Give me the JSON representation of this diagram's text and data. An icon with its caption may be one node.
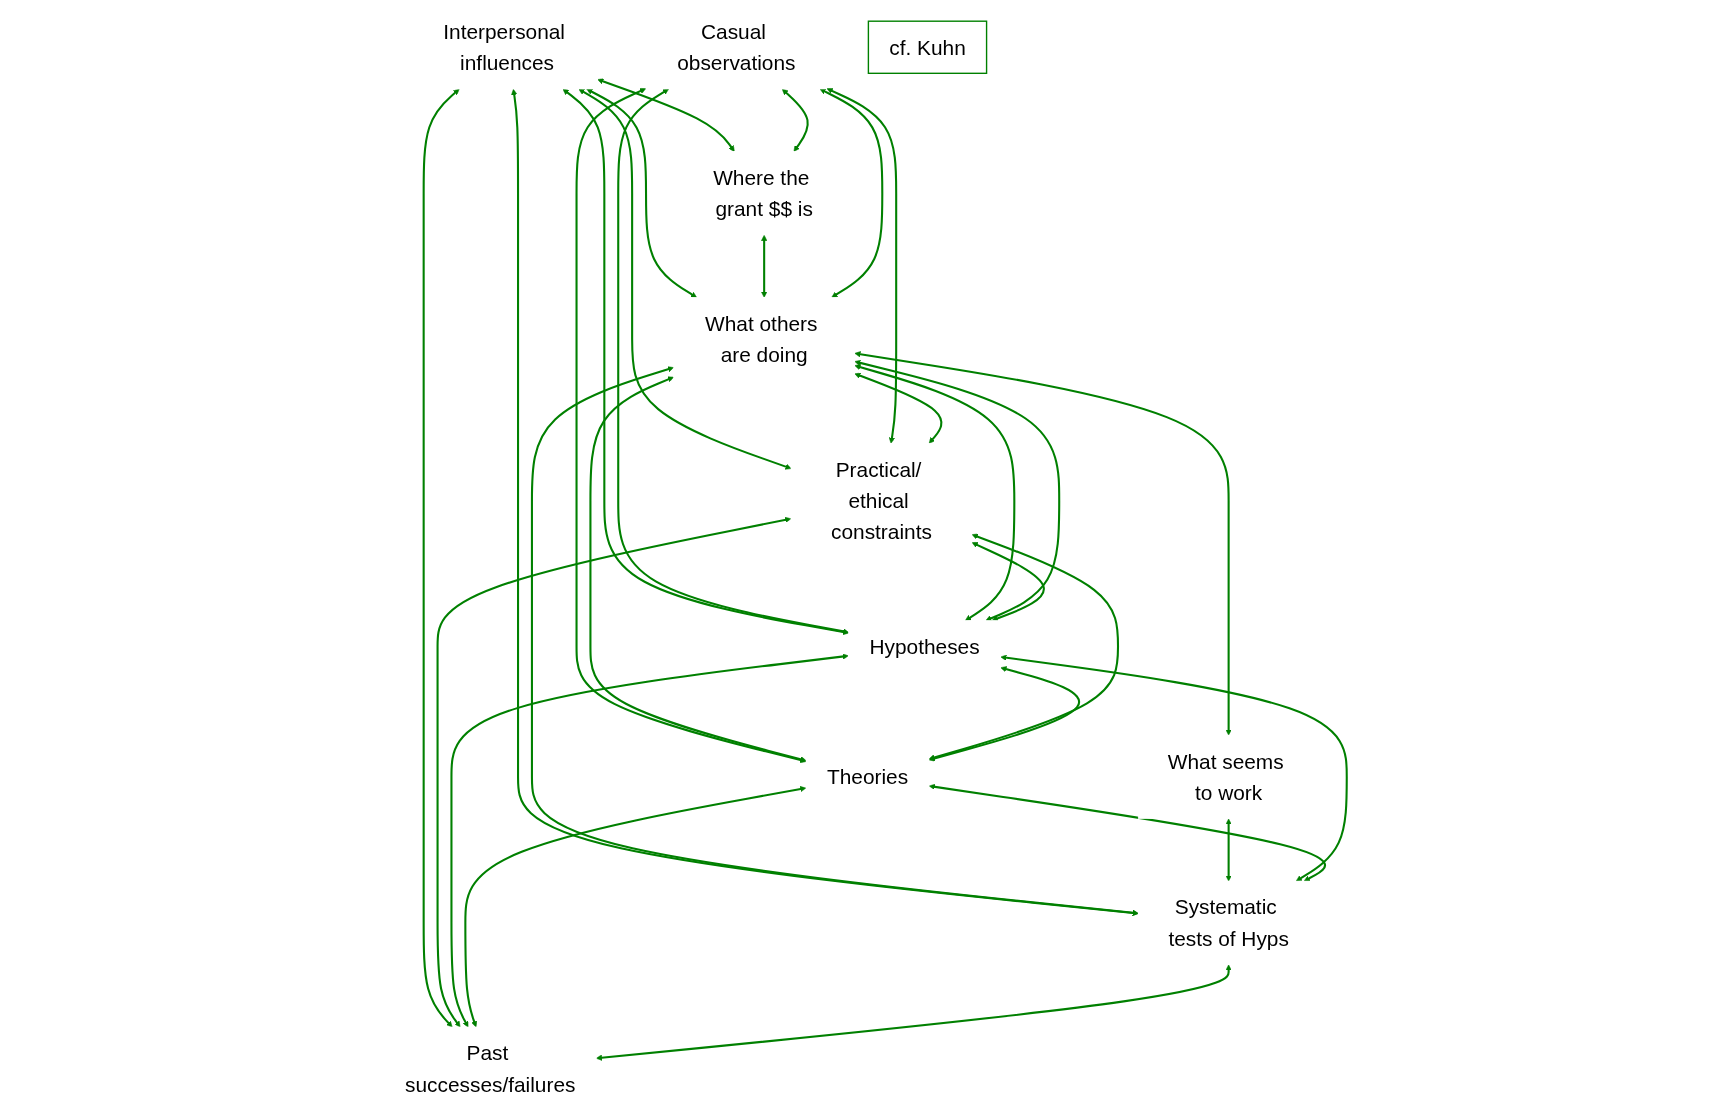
{
  "diagram": {
    "nodes": [
      {
        "text": [
          "Interpersonal influences"
        ]
      },
      {
        "text": [
          "Where the grant $$ is"
        ]
      },
      {
        "text": [
          "What others are doing"
        ]
      },
      {
        "text": [
          "Casual observations"
        ]
      },
      {
        "text": [
          "What seems to work"
        ]
      },
      {
        "text": [
          "Practical/ ethical constraints"
        ]
      },
      {
        "text": [
          "Hypotheses"
        ]
      },
      {
        "text": [
          "Theories"
        ]
      },
      {
        "text": [
          "Systematic tests of Hyps"
        ]
      },
      {
        "text": [
          "Past successes/failures"
        ]
      },
      {
        "text": [
          "cf.  Kuhn"
        ]
      }
    ],
    "edges": [
      {
        "from": 0,
        "to": 1,
        "arrow": "both"
      },
      {
        "from": 0,
        "to": 2,
        "arrow": "both"
      },
      {
        "from": 3,
        "to": 1,
        "arrow": "both"
      },
      {
        "from": 1,
        "to": 2,
        "arrow": "both"
      },
      {
        "from": 0,
        "to": 5,
        "arrow": "both"
      },
      {
        "from": 0,
        "to": 9,
        "arrow": "both"
      },
      {
        "from": 0,
        "to": 6,
        "arrow": "both"
      },
      {
        "from": 0,
        "to": 8,
        "arrow": "both"
      },
      {
        "from": 3,
        "to": 2,
        "arrow": "both"
      },
      {
        "from": 3,
        "to": 5,
        "arrow": "both"
      },
      {
        "from": 3,
        "to": 6,
        "arrow": "both"
      },
      {
        "from": 3,
        "to": 7,
        "arrow": "both"
      },
      {
        "from": 2,
        "to": 5,
        "arrow": "both"
      },
      {
        "from": 2,
        "to": 7,
        "arrow": "both"
      },
      {
        "from": 2,
        "to": 6,
        "arrow": "both"
      },
      {
        "from": 2,
        "to": 6,
        "arrow": "both"
      },
      {
        "from": 2,
        "to": 4,
        "arrow": "both"
      },
      {
        "from": 2,
        "to": 8,
        "arrow": "both"
      },
      {
        "from": 4,
        "to": 8,
        "arrow": "both"
      },
      {
        "from": 5,
        "to": 6,
        "arrow": "both"
      },
      {
        "from": 5,
        "to": 7,
        "arrow": "both"
      },
      {
        "from": 5,
        "to": 9,
        "arrow": "both"
      },
      {
        "from": 6,
        "to": 7,
        "arrow": "both"
      },
      {
        "from": 6,
        "to": 8,
        "arrow": "both"
      },
      {
        "from": 6,
        "to": 9,
        "arrow": "both"
      },
      {
        "from": 7,
        "to": 8,
        "arrow": "both"
      },
      {
        "from": 7,
        "to": 9,
        "arrow": "both"
      },
      {
        "from": 8,
        "to": 9,
        "arrow": "both"
      }
    ]
  }
}
